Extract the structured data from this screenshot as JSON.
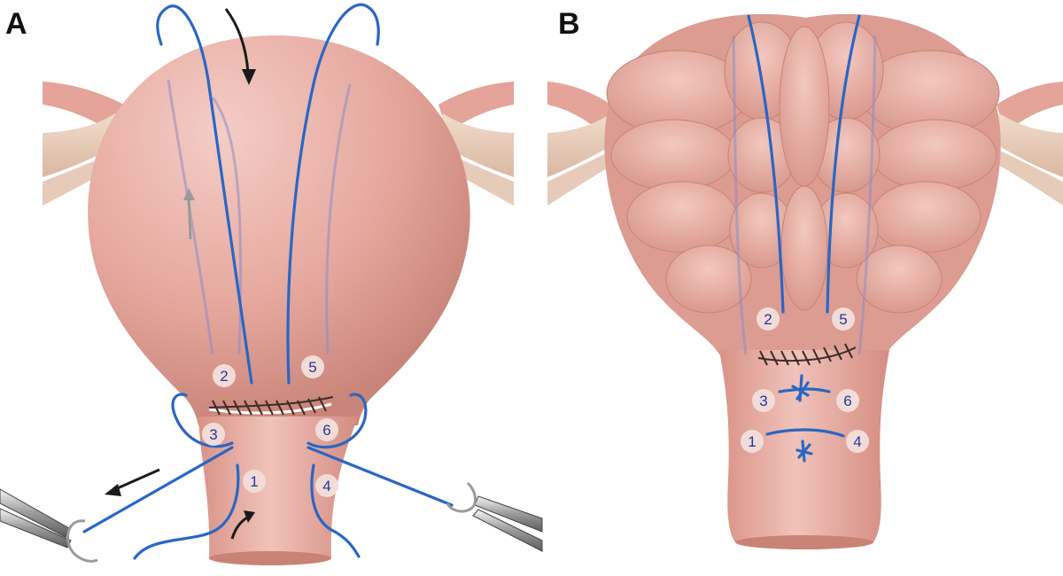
{
  "panels": [
    {
      "id": "A",
      "label": "A",
      "suture_labels": [
        "2",
        "5",
        "3",
        "6",
        "1",
        "4"
      ]
    },
    {
      "id": "B",
      "label": "B",
      "suture_labels": [
        "2",
        "5",
        "3",
        "6",
        "1",
        "4"
      ]
    }
  ],
  "colors": {
    "uterus_fill": "#e7aba2",
    "uterus_dark": "#c98276",
    "suture": "#2a66c4",
    "label_circle": "#f2dcd8",
    "label_text": "#23379a",
    "ligament": "#e8c9b5"
  }
}
